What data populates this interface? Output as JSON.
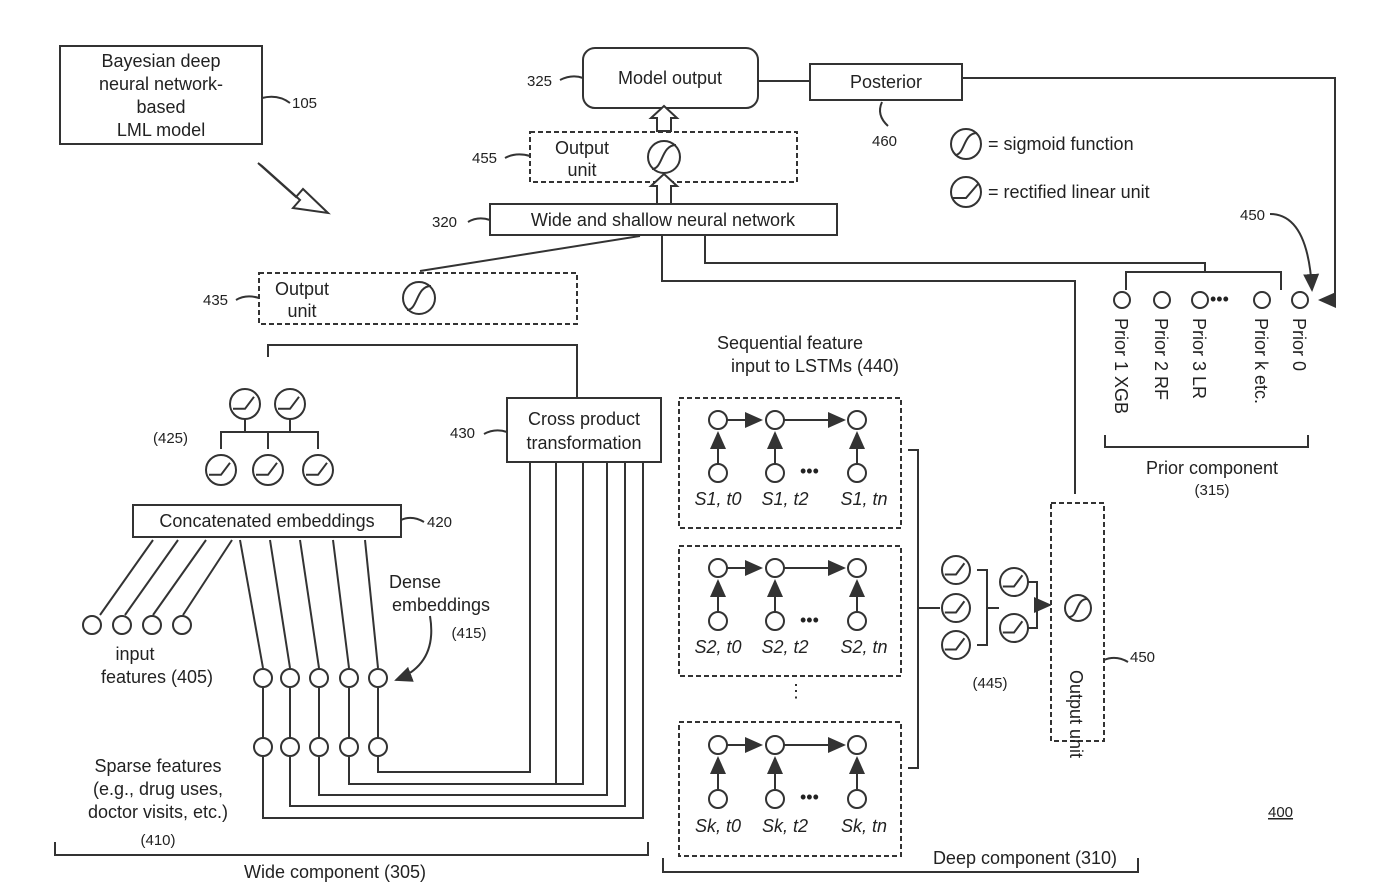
{
  "model_box": {
    "lines": [
      "Bayesian deep",
      "neural network-",
      "based",
      "LML model"
    ],
    "ref": "105"
  },
  "model_output": {
    "label": "Model output",
    "ref": "325"
  },
  "posterior": {
    "label": "Posterior",
    "ref": "460"
  },
  "legend": {
    "sigmoid": "= sigmoid function",
    "relu": "= rectified linear unit"
  },
  "output_unit_top": {
    "lines": [
      "Output",
      "unit"
    ],
    "ref": "455"
  },
  "wide_shallow": {
    "label": "Wide and shallow neural network",
    "ref": "320"
  },
  "output_unit_wide": {
    "lines": [
      "Output",
      "unit"
    ],
    "ref": "435"
  },
  "prior_ref_arrow": "450",
  "priors": [
    "Prior 1 XGB",
    "Prior 2 RF",
    "Prior 3 LR",
    "Prior k etc.",
    "Prior 0"
  ],
  "prior_component": {
    "label": "Prior component",
    "ref": "(315)"
  },
  "seq_feature": {
    "lines": [
      "Sequential feature",
      "input to LSTMs (440)"
    ]
  },
  "cross_product": {
    "lines": [
      "Cross product",
      "transformation"
    ],
    "ref": "430"
  },
  "relu_group_ref": "(425)",
  "concat": {
    "label": "Concatenated embeddings",
    "ref": "420"
  },
  "dense": {
    "lines": [
      "Dense",
      "embeddings"
    ],
    "ref": "(415)"
  },
  "input_features": {
    "lines": [
      "input",
      "features (405)"
    ]
  },
  "sparse": {
    "lines": [
      "Sparse features",
      "(e.g., drug uses,",
      "doctor visits, etc.)"
    ],
    "ref": "(410)"
  },
  "wide_component": "Wide component (305)",
  "deep_component": "Deep component (310)",
  "lstm_rows": [
    {
      "labels": [
        "S1, t0",
        "S1, t2",
        "S1, tn"
      ]
    },
    {
      "labels": [
        "S2, t0",
        "S2, t2",
        "S2, tn"
      ]
    },
    {
      "labels": [
        "Sk, t0",
        "Sk, t2",
        "Sk, tn"
      ]
    }
  ],
  "deep_relu_ref": "(445)",
  "output_unit_deep": {
    "label": "Output unit",
    "ref": "450"
  },
  "figure_ref": "400"
}
